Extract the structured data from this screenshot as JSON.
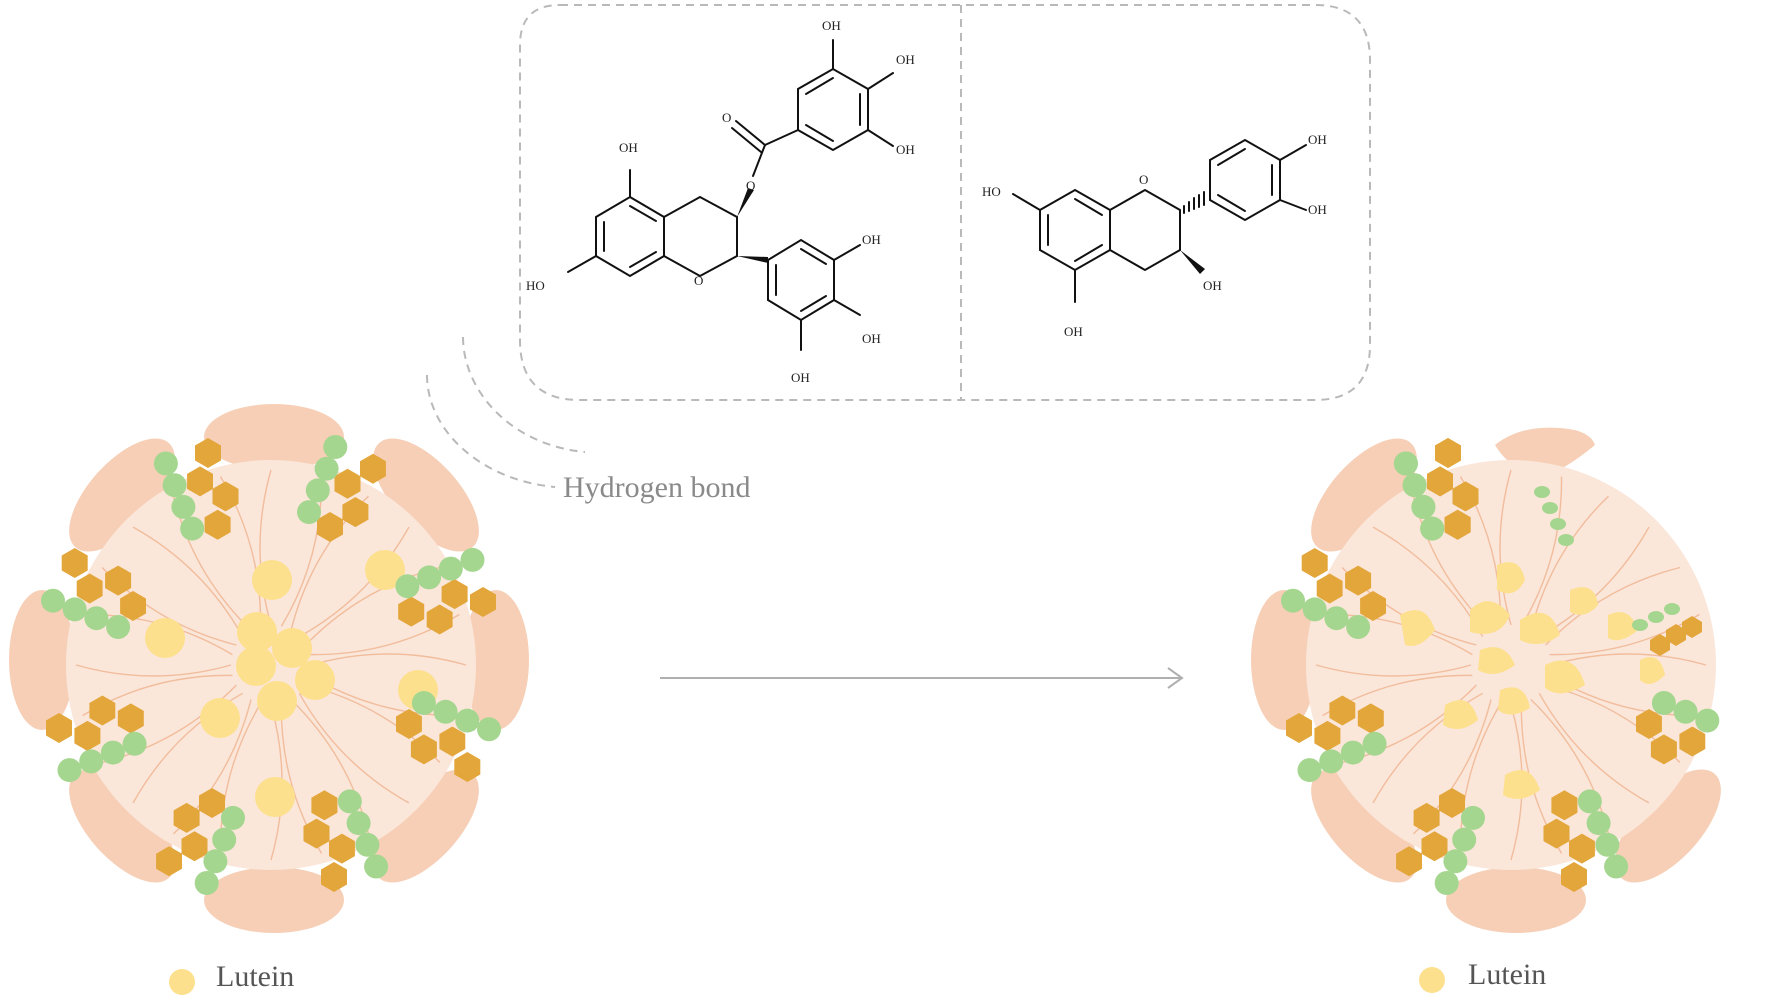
{
  "molecules": {
    "egcg": {
      "labels": [
        "OH",
        "OH",
        "OH",
        "OH",
        "HO",
        "OH",
        "OH",
        "OH"
      ]
    },
    "catechin": {
      "labels": [
        "OH",
        "HO",
        "OH",
        "OH",
        "OH"
      ]
    }
  },
  "callout": {
    "label": "Hydrogen bond"
  },
  "legend": {
    "left": "Lutein",
    "right": "Lutein"
  },
  "colors": {
    "shell": "#f6cfb6",
    "core": "#fbe6da",
    "fiber": "#efb591",
    "lutein": "#fde08e",
    "green": "#a5d68f",
    "gold": "#e3a63a",
    "dash": "#b9b9b9",
    "arrow": "#b0b0b0"
  }
}
